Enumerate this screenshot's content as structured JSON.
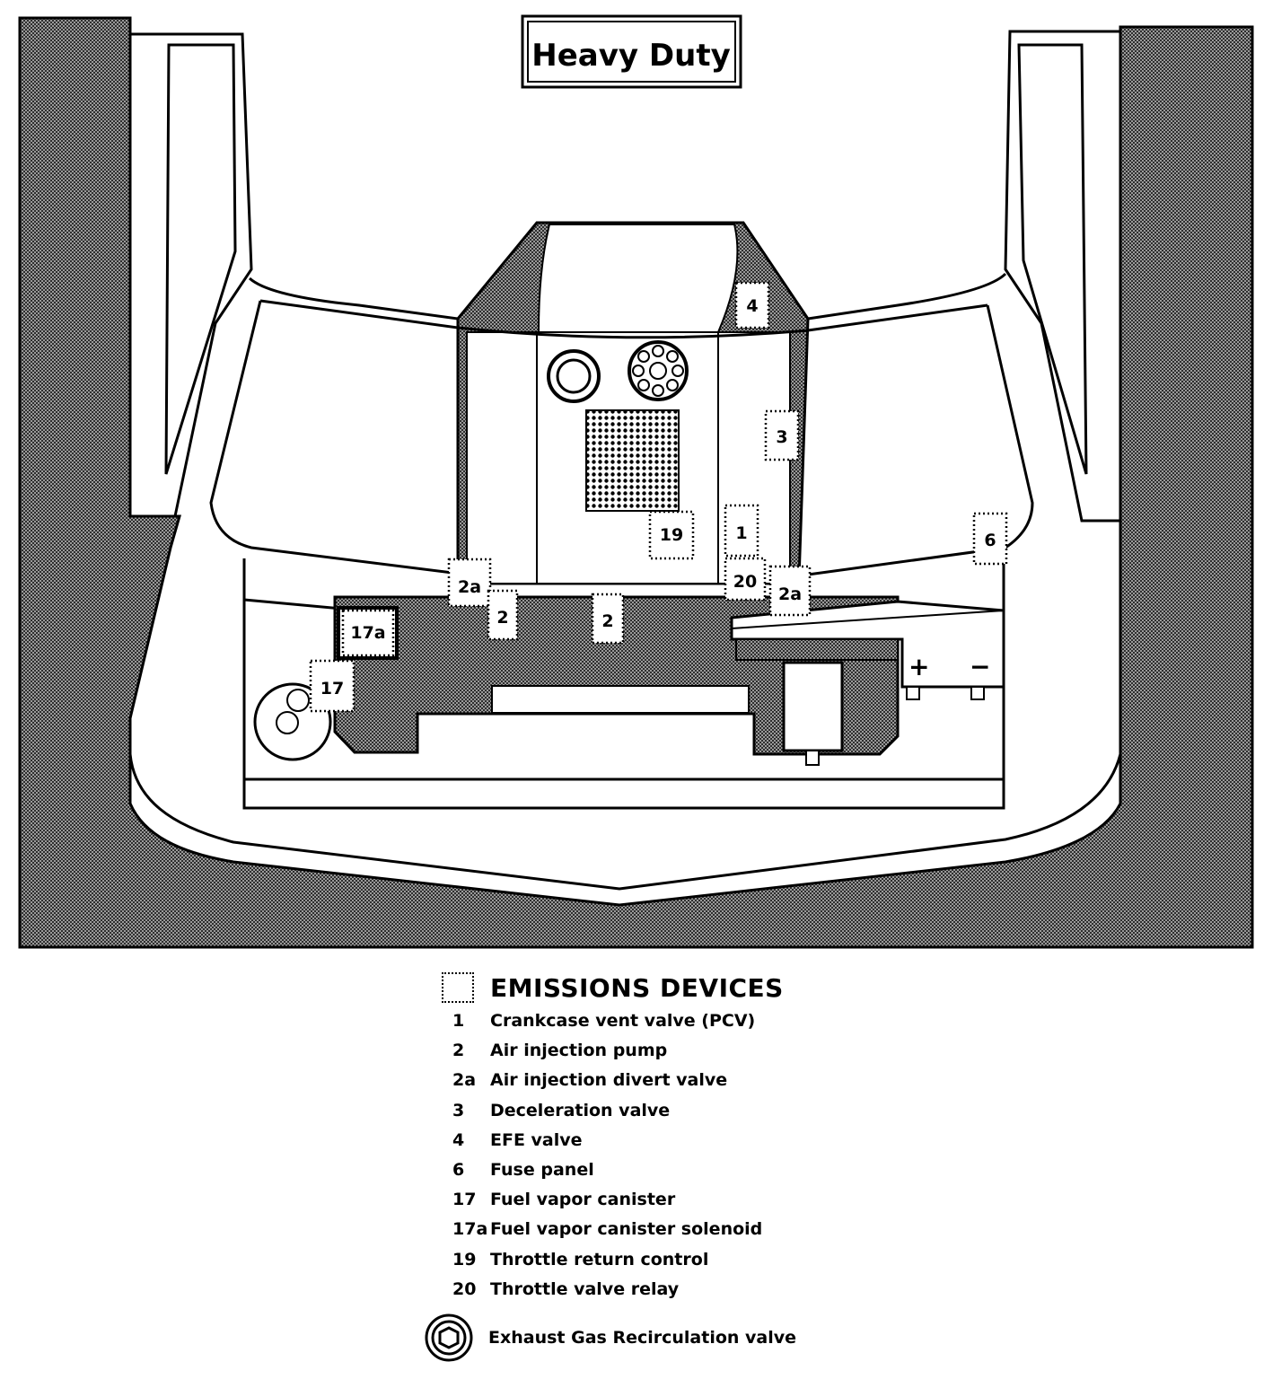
{
  "title": "Heavy Duty",
  "callouts": [
    "4",
    "3",
    "19",
    "1",
    "6",
    "20",
    "2a",
    "2a",
    "2",
    "2",
    "17a",
    "17"
  ],
  "battery": {
    "plus": "+",
    "minus": "−"
  },
  "legend": {
    "title": "EMISSIONS DEVICES",
    "items": [
      {
        "code": "1",
        "label": "Crankcase vent valve (PCV)"
      },
      {
        "code": "2",
        "label": "Air injection pump"
      },
      {
        "code": "2a",
        "label": "Air injection divert valve"
      },
      {
        "code": "3",
        "label": "Deceleration valve"
      },
      {
        "code": "4",
        "label": "EFE  valve"
      },
      {
        "code": "6",
        "label": "Fuse panel"
      },
      {
        "code": "17",
        "label": "Fuel vapor canister"
      },
      {
        "code": "17a",
        "label": "Fuel vapor canister solenoid"
      },
      {
        "code": "19",
        "label": "Throttle return control"
      },
      {
        "code": "20",
        "label": "Throttle valve relay"
      }
    ],
    "egr_label": "Exhaust Gas Recirculation valve"
  },
  "colors": {
    "ink": "#000000",
    "paper": "#ffffff",
    "shade": "#6f6f6f"
  }
}
